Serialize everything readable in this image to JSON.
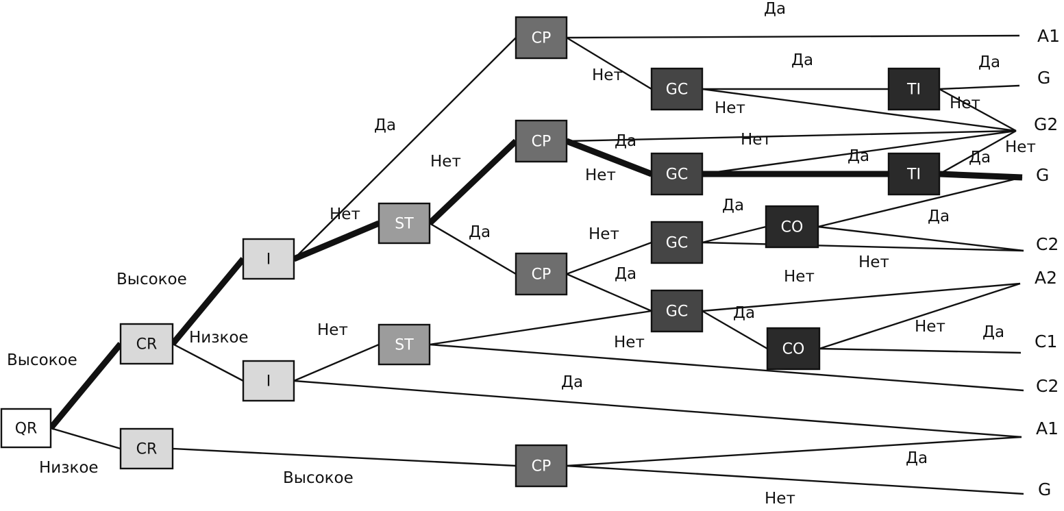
{
  "colors": {
    "background": "#ffffff",
    "edge": "#111111",
    "node_root": "#ffffff",
    "node_light": "#d9d9d9",
    "node_mid": "#9c9c9c",
    "node_dark": "#6e6e6e",
    "node_darker": "#454545",
    "node_darkest": "#2a2a2a"
  },
  "nodes": [
    {
      "id": "qr",
      "label": "QR",
      "shade": "root"
    },
    {
      "id": "cr-top",
      "label": "CR",
      "shade": "light"
    },
    {
      "id": "cr-bottom",
      "label": "CR",
      "shade": "light"
    },
    {
      "id": "i-top",
      "label": "I",
      "shade": "light"
    },
    {
      "id": "i-bottom",
      "label": "I",
      "shade": "light"
    },
    {
      "id": "st-top",
      "label": "ST",
      "shade": "mid"
    },
    {
      "id": "st-bottom",
      "label": "ST",
      "shade": "mid"
    },
    {
      "id": "cp-1",
      "label": "CP",
      "shade": "dark"
    },
    {
      "id": "cp-2",
      "label": "CP",
      "shade": "dark"
    },
    {
      "id": "cp-3",
      "label": "CP",
      "shade": "dark"
    },
    {
      "id": "cp-4",
      "label": "CP",
      "shade": "dark"
    },
    {
      "id": "gc-1",
      "label": "GC",
      "shade": "darker"
    },
    {
      "id": "gc-2",
      "label": "GC",
      "shade": "darker"
    },
    {
      "id": "gc-3",
      "label": "GC",
      "shade": "darker"
    },
    {
      "id": "gc-4",
      "label": "GC",
      "shade": "darker"
    },
    {
      "id": "ti-1",
      "label": "TI",
      "shade": "darkest"
    },
    {
      "id": "ti-2",
      "label": "TI",
      "shade": "darkest"
    },
    {
      "id": "co-1",
      "label": "CO",
      "shade": "darkest"
    },
    {
      "id": "co-2",
      "label": "CO",
      "shade": "darkest"
    }
  ],
  "leaves": [
    {
      "id": "leaf-a1-top",
      "label": "A1"
    },
    {
      "id": "leaf-g-1",
      "label": "G"
    },
    {
      "id": "leaf-g2",
      "label": "G2"
    },
    {
      "id": "leaf-g-2",
      "label": "G"
    },
    {
      "id": "leaf-c2-1",
      "label": "C2"
    },
    {
      "id": "leaf-a2",
      "label": "A2"
    },
    {
      "id": "leaf-c1",
      "label": "C1"
    },
    {
      "id": "leaf-c2-2",
      "label": "C2"
    },
    {
      "id": "leaf-a1-bottom",
      "label": "A1"
    },
    {
      "id": "leaf-g-3",
      "label": "G"
    }
  ],
  "edges": [
    {
      "from": "qr",
      "to": "cr-top",
      "label": "Высокое",
      "highlight": true
    },
    {
      "from": "qr",
      "to": "cr-bottom",
      "label": "Низкое",
      "highlight": false
    },
    {
      "from": "cr-top",
      "to": "i-top",
      "label": "Высокое",
      "highlight": true
    },
    {
      "from": "cr-top",
      "to": "i-bottom",
      "label": "Низкое",
      "highlight": false
    },
    {
      "from": "i-top",
      "to": "cp-1",
      "label": "Да",
      "highlight": false
    },
    {
      "from": "i-top",
      "to": "st-top",
      "label": "Нет",
      "highlight": true
    },
    {
      "from": "st-top",
      "to": "cp-2",
      "label": "Нет",
      "highlight": true
    },
    {
      "from": "st-top",
      "to": "cp-3",
      "label": "Да",
      "highlight": false
    },
    {
      "from": "cp-1",
      "to": "leaf-a1-top",
      "label": "Да",
      "highlight": false
    },
    {
      "from": "cp-1",
      "to": "gc-1",
      "label": "Нет",
      "highlight": false
    },
    {
      "from": "gc-1",
      "to": "ti-1",
      "label": "Да",
      "highlight": false
    },
    {
      "from": "gc-1",
      "to": "leaf-g2",
      "label": "Нет",
      "highlight": false
    },
    {
      "from": "ti-1",
      "to": "leaf-g-1",
      "label": "Да",
      "highlight": false
    },
    {
      "from": "ti-1",
      "to": "leaf-g2",
      "label": "Нет",
      "highlight": false
    },
    {
      "from": "cp-2",
      "to": "leaf-g2",
      "label": "Да",
      "highlight": false
    },
    {
      "from": "cp-2",
      "to": "gc-2",
      "label": "Нет",
      "highlight": true
    },
    {
      "from": "gc-2",
      "to": "leaf-g2",
      "label": "Нет",
      "highlight": false
    },
    {
      "from": "gc-2",
      "to": "ti-2",
      "label": "Да",
      "highlight": true
    },
    {
      "from": "ti-2",
      "to": "leaf-g2",
      "label": "Нет",
      "highlight": false
    },
    {
      "from": "ti-2",
      "to": "leaf-g-2",
      "label": "Да",
      "highlight": true
    },
    {
      "from": "cp-3",
      "to": "gc-3",
      "label": "Нет",
      "highlight": false
    },
    {
      "from": "cp-3",
      "to": "gc-4",
      "label": "Да",
      "highlight": false
    },
    {
      "from": "gc-3",
      "to": "co-1",
      "label": "Да",
      "highlight": false
    },
    {
      "from": "gc-3",
      "to": "leaf-c2-1",
      "label": "Нет",
      "highlight": false
    },
    {
      "from": "co-1",
      "to": "leaf-g-2",
      "label": "Да",
      "highlight": false
    },
    {
      "from": "co-1",
      "to": "leaf-c2-1",
      "label": "Нет",
      "highlight": false
    },
    {
      "from": "gc-4",
      "to": "leaf-a2",
      "label": "Да",
      "highlight": false
    },
    {
      "from": "gc-4",
      "to": "co-2",
      "label": "Нет",
      "highlight": false
    },
    {
      "from": "co-2",
      "to": "leaf-a2",
      "label": "Нет",
      "highlight": false
    },
    {
      "from": "co-2",
      "to": "leaf-c1",
      "label": "Да",
      "highlight": false
    },
    {
      "from": "i-bottom",
      "to": "st-bottom",
      "label": "Нет",
      "highlight": false
    },
    {
      "from": "i-bottom",
      "to": "leaf-a1-bottom",
      "label": "Да",
      "highlight": false
    },
    {
      "from": "st-bottom",
      "to": "gc-4",
      "label": "",
      "highlight": false
    },
    {
      "from": "st-bottom",
      "to": "leaf-c2-2",
      "label": "",
      "highlight": false
    },
    {
      "from": "cr-bottom",
      "to": "cp-4",
      "label": "Высокое",
      "highlight": false
    },
    {
      "from": "cp-4",
      "to": "leaf-a1-bottom",
      "label": "Да",
      "highlight": false
    },
    {
      "from": "cp-4",
      "to": "leaf-g-3",
      "label": "Нет",
      "highlight": false
    }
  ]
}
